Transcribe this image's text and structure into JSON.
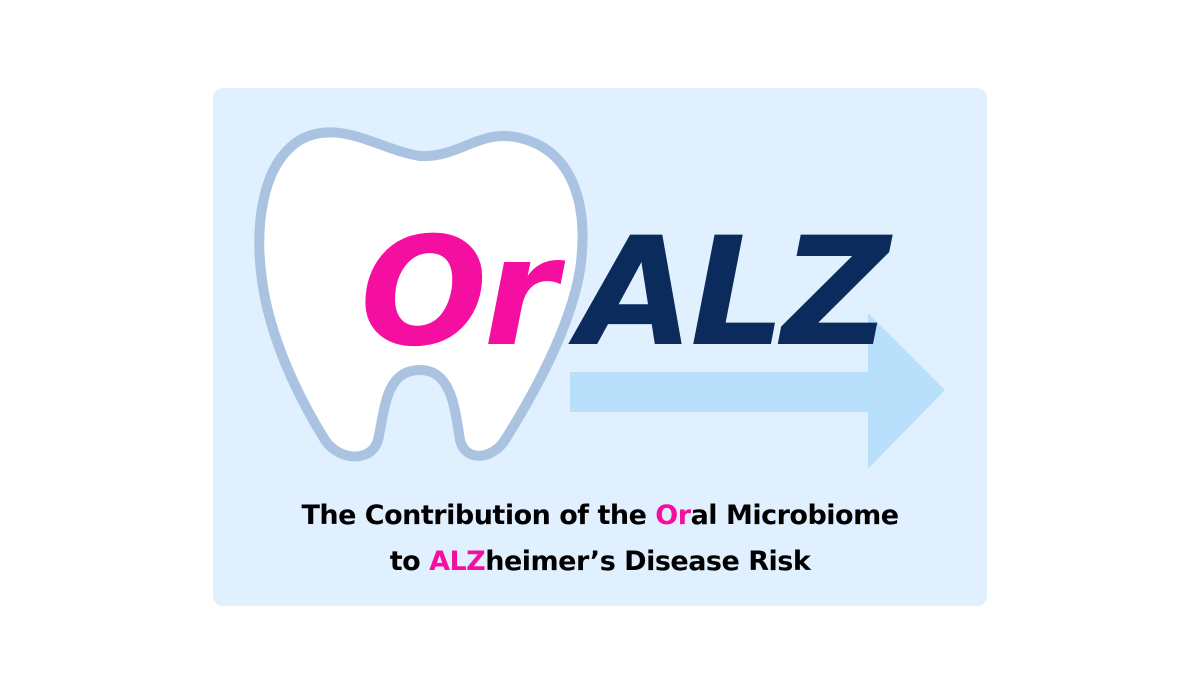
{
  "logo": {
    "part1": "Or",
    "part2": "ALZ"
  },
  "subtitle": {
    "line1_pre": "The Contribution of the ",
    "line1_highlight": "Or",
    "line1_post": "al Microbiome",
    "line2_pre": "to ",
    "line2_highlight": "ALZ",
    "line2_post": "heimer’s Disease Risk"
  },
  "colors": {
    "background": "#e1f0fe",
    "pink": "#f50fa0",
    "navy": "#0b2b5c",
    "tooth_outline": "#a9c3e0",
    "arrow": "#b9e0fb"
  }
}
